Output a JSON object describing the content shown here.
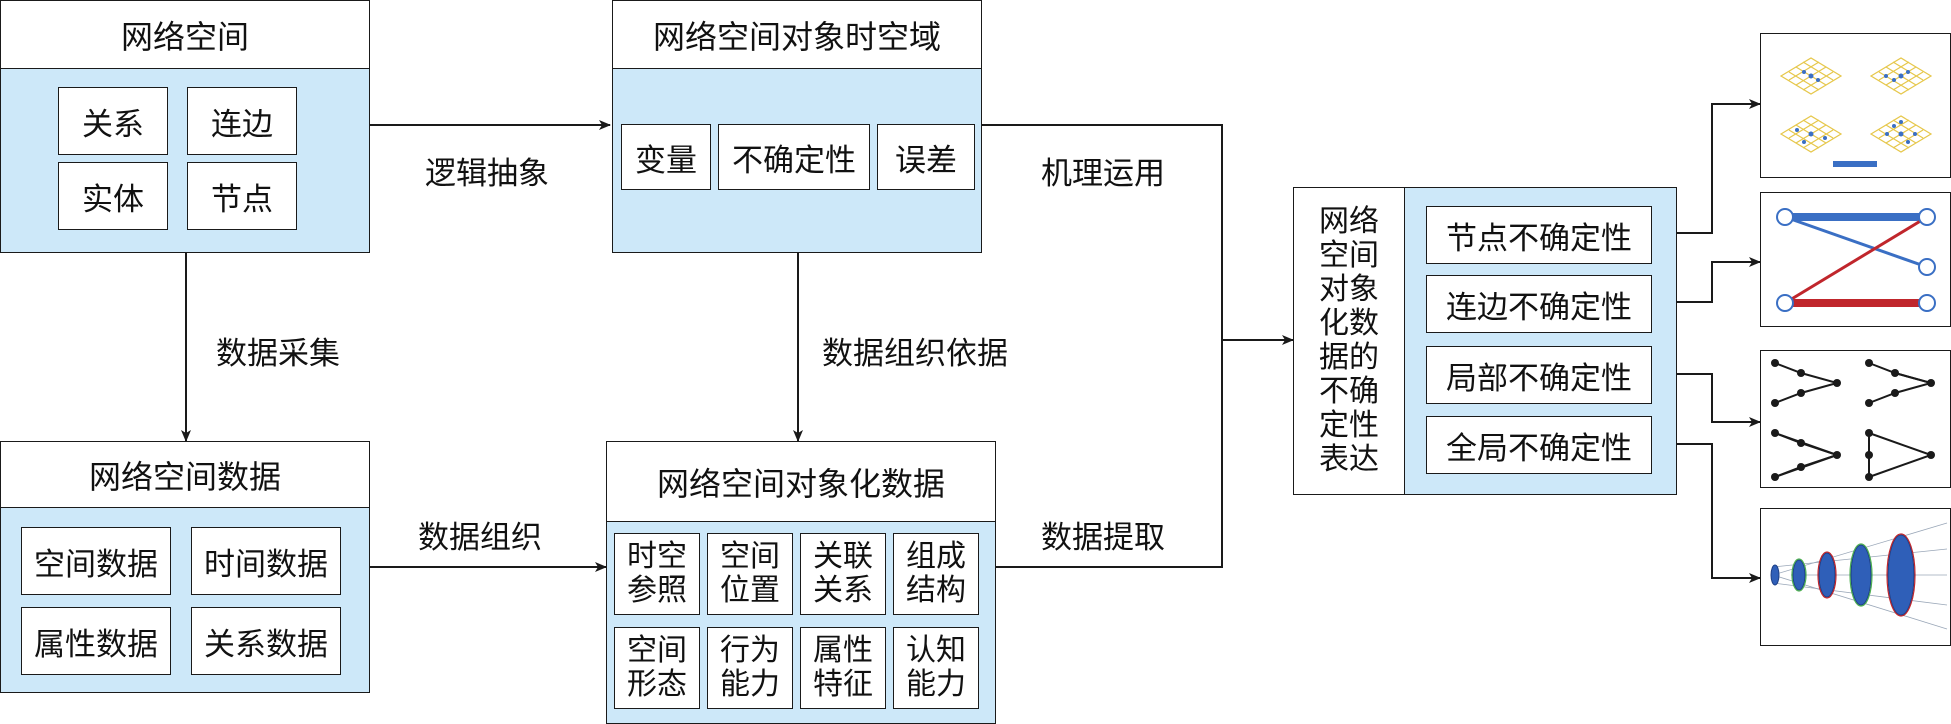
{
  "cyberspace": {
    "title": "网络空间",
    "items": [
      "关系",
      "连边",
      "实体",
      "节点"
    ]
  },
  "spatiotemporal_domain": {
    "title": "网络空间对象时空域",
    "items": [
      "变量",
      "不确定性",
      "误差"
    ]
  },
  "cyberspace_data": {
    "title": "网络空间数据",
    "items": [
      "空间数据",
      "时间数据",
      "属性数据",
      "关系数据"
    ]
  },
  "objectified_data": {
    "title": "网络空间对象化数据",
    "items": [
      "时空参照",
      "空间位置",
      "关联关系",
      "组成结构",
      "空间形态",
      "行为能力",
      "属性特征",
      "认知能力"
    ]
  },
  "uncertainty": {
    "title": "网络空间对象化数据的不确定性表达",
    "items": [
      "节点不确定性",
      "连边不确定性",
      "局部不确定性",
      "全局不确定性"
    ]
  },
  "edges": {
    "logical_abstraction": "逻辑抽象",
    "data_collection": "数据采集",
    "data_organization_basis": "数据组织依据",
    "data_organization": "数据组织",
    "mechanism_application": "机理运用",
    "data_extraction": "数据提取"
  },
  "colors": {
    "panel_fill": "#cde8f9",
    "stroke": "#1a1a1a",
    "edge_blue": "#3a6fc4",
    "edge_red": "#c0262c",
    "lattice_yellow": "#e6c74a"
  }
}
